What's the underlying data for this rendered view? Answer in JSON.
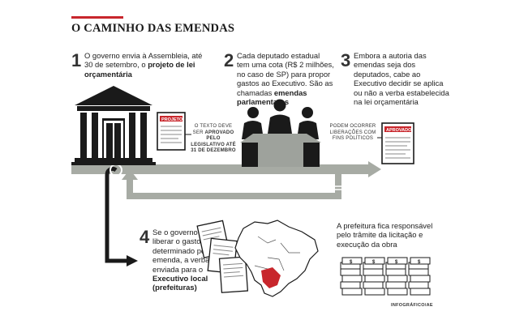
{
  "title": "O CAMINHO DAS EMENDAS",
  "steps": [
    {
      "number": "1",
      "text_before": "O governo envia à Assembleia, até 30 de setembro, o ",
      "text_bold": "projeto de lei orçamentária",
      "text_after": ""
    },
    {
      "number": "2",
      "text_before": "Cada deputado estadual tem uma cota (R$ 2 milhões, no caso de SP) para propor gastos ao Executivo. São as chamadas ",
      "text_bold": "emendas parlamentares",
      "text_after": ""
    },
    {
      "number": "3",
      "text_before": "Embora a autoria das emendas seja dos deputados, cabe ao Executivo decidir se aplica ou não a verba estabelecida na lei orçamentária",
      "text_bold": "",
      "text_after": ""
    },
    {
      "number": "4",
      "text_before": "Se o governo liberar o gasto determinado pela emenda, a verba é enviada para o ",
      "text_bold": "Executivo local (prefeituras)",
      "text_after": ""
    }
  ],
  "doc_labels": {
    "projeto": "PROJETO",
    "aprovado": "APROVADO"
  },
  "notes": {
    "legislative_before": "O TEXTO DEVE SER ",
    "legislative_bold": "APROVADO PELO LEGISLATIVO ATÉ 31 DE DEZEMBRO",
    "political": "PODEM OCORRER LIBERAÇÕES COM FINS POLÍTICOS",
    "prefeitura": "A prefeitura fica responsável pelo trâmite da licitação e execução da obra"
  },
  "credit": "INFOGRÁFICO/AE",
  "colors": {
    "accent_red": "#c8262c",
    "arrow_gray": "#a7aba4",
    "ink": "#1a1a1a"
  },
  "icons": [
    "government-building-icon",
    "document-icon",
    "meeting-table-icon",
    "brazil-map-icon",
    "money-stack-icon"
  ]
}
